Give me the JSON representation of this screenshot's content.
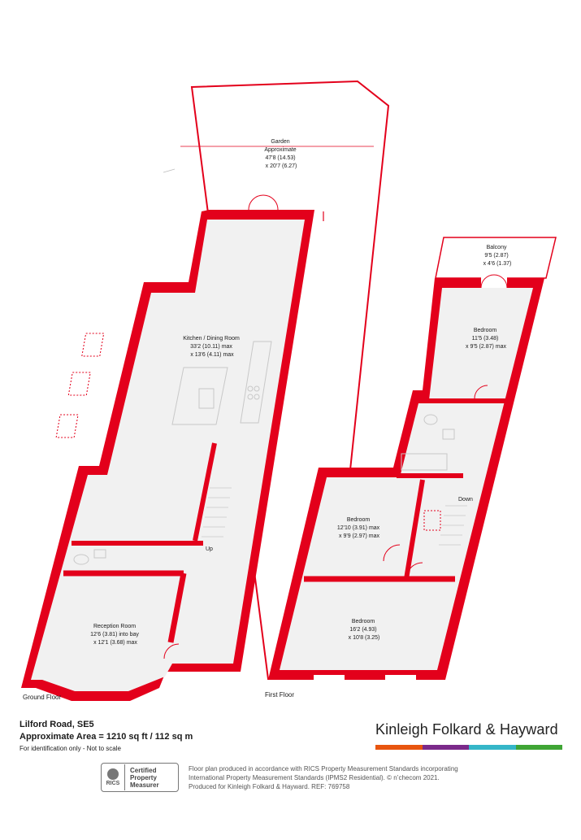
{
  "rooms": {
    "garden": [
      "Garden",
      "Approximate",
      "47'8 (14.53)",
      "x 20'7 (6.27)"
    ],
    "kitchen": [
      "Kitchen / Dining Room",
      "33'2 (10.11) max",
      "x 13'6 (4.11) max"
    ],
    "reception": [
      "Reception Room",
      "12'6 (3.81) into bay",
      "x 12'1 (3.68) max"
    ],
    "balcony": [
      "Balcony",
      "9'5 (2.87)",
      "x 4'6 (1.37)"
    ],
    "bedroom_top": [
      "Bedroom",
      "11'5 (3.48)",
      "x 9'5 (2.87) max"
    ],
    "bedroom_mid": [
      "Bedroom",
      "12'10 (3.91) max",
      "x 9'9 (2.97) max"
    ],
    "bedroom_front": [
      "Bedroom",
      "16'2 (4.93)",
      "x 10'8 (3.25)"
    ]
  },
  "stairs": {
    "up": "Up",
    "down": "Down"
  },
  "floors": {
    "ground": "Ground Floor",
    "first": "First Floor"
  },
  "footer": {
    "address": "Lilford Road, SE5",
    "area": "Approximate Area = 1210 sq ft / 112 sq m",
    "note": "For identification only - Not to scale",
    "brand": "Kinleigh Folkard & Hayward",
    "brand_colors": [
      "#e8550f",
      "#7b2a8a",
      "#35b6c8",
      "#3fa535"
    ],
    "rics_abbr": "RICS",
    "rics_badge": [
      "Certified",
      "Property",
      "Measurer"
    ],
    "disclaimer": [
      "Floor plan produced in accordance with RICS Property Measurement Standards incorporating",
      "International Property Measurement Standards (IPMS2 Residential).  © n’checom 2021.",
      "Produced for Kinleigh Folkard & Hayward.   REF: 769758"
    ]
  },
  "colors": {
    "wall": "#e3001b",
    "floor": "#f1f1f1",
    "fixtures": "#c8c8c8"
  }
}
